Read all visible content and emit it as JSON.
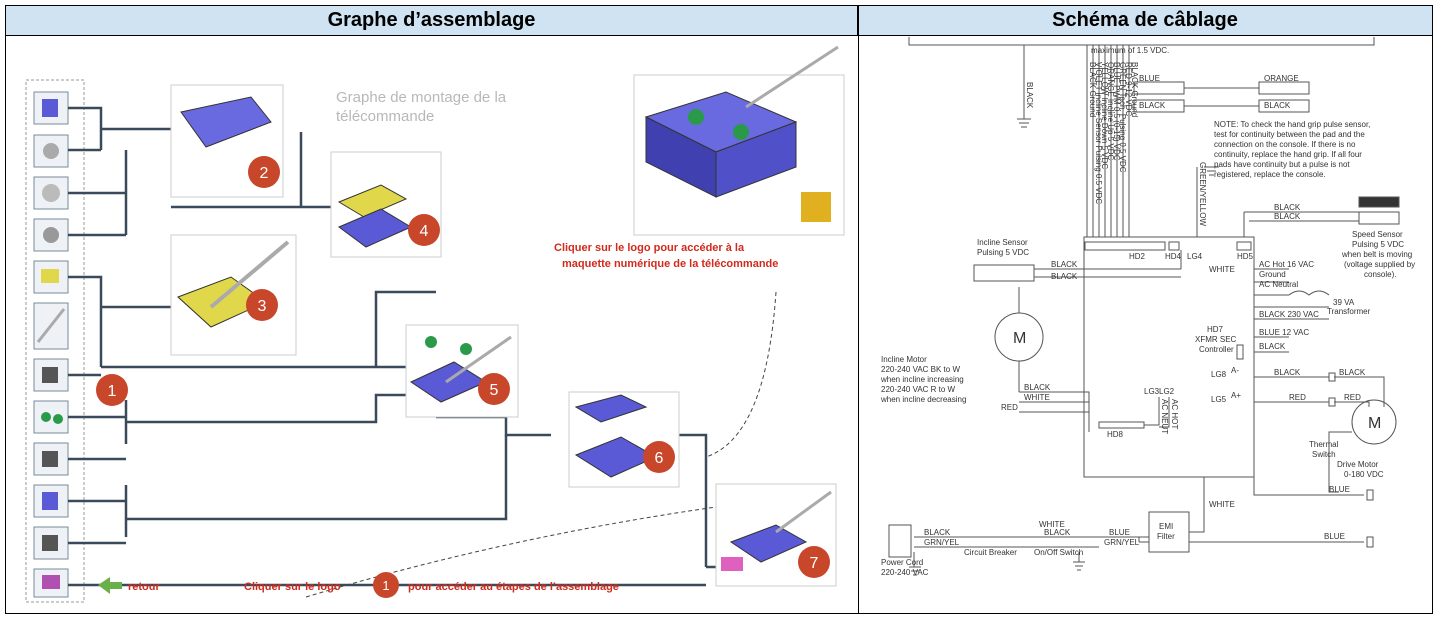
{
  "headers": {
    "left": "Graphe d’assemblage",
    "right": "Schéma de câblage"
  },
  "assembly": {
    "title_line1": "Graphe de montage de la",
    "title_line2": "télécommande",
    "steps": [
      "1",
      "2",
      "3",
      "4",
      "5",
      "6",
      "7"
    ],
    "logo_instruction_line1": "Cliquer sur le logo  pour accéder à la",
    "logo_instruction_line2": "maquette numérique de la télécommande",
    "return_label": "retour",
    "bottom_instruction_a": "Cliquer sur le logo",
    "bottom_instruction_b": "pour accéder au étapes de l’assemblage",
    "colors": {
      "step_badge": "#c8472b",
      "part_blue": "#5a5ad6",
      "part_yellow": "#e0d84a",
      "line": "#3a4a5a",
      "red_text": "#d22a1c"
    }
  },
  "wiring": {
    "top_note": "maximum of 1.5 VDC.",
    "black": "BLACK",
    "blue": "BLUE",
    "orange": "ORANGE",
    "white": "WHITE",
    "red": "RED",
    "green_yellow": "GREEN/YELLOW",
    "vertical_labels": [
      "BLACK Ground",
      "VIOLET Incline Sensor Pulsing 0.5 VDC",
      "YELLOW Incline Down 5 VDC",
      "ORANGE Incline Up 5 VDC",
      "BLUE PWM 0.5 (0-15) VDC",
      "GREEN Tach. Pulsing 0.5 VDC",
      "RED 9-12 VDC",
      "BLACK Ground"
    ],
    "note_line1": "NOTE: To check the hand grip pulse sensor,",
    "note_line2": "test for continuity between the pad and the",
    "note_line3": "connection on the console. If there is no",
    "note_line4": "continuity, replace the hand grip. If all four",
    "note_line5": "pads have continuity but a pulse is not",
    "note_line6": "registered, replace the console.",
    "incline_sensor": "Incline Sensor",
    "incline_sensor_v": "Pulsing 5 VDC",
    "speed_sensor": "Speed Sensor",
    "speed_sensor_v1": "Pulsing 5 VDC",
    "speed_sensor_v2": "when belt is moving",
    "speed_sensor_v3": "(voltage supplied by",
    "speed_sensor_v4": "console).",
    "hd2": "HD2",
    "hd4": "HD4",
    "lg4": "LG4",
    "hd5": "HD5",
    "hd7": "HD7",
    "hd8": "HD8",
    "lg3": "LG3",
    "lg2": "LG2",
    "lg8": "LG8",
    "lg5": "LG5",
    "a_minus": "A-",
    "a_plus": "A+",
    "xfmr": "XFMR SEC",
    "controller": "Controller",
    "ac_hot_16": "AC Hot 16 VAC",
    "ground": "Ground",
    "ac_neutral": "AC Neutral",
    "transformer": "39 VA",
    "transformer2": "Transformer",
    "black_230": "BLACK 230 VAC",
    "blue_12": "BLUE 12 VAC",
    "motor_symbol": "M",
    "incline_motor1": "Incline Motor",
    "incline_motor2": "220-240 VAC BK to W",
    "incline_motor3": "when incline increasing",
    "incline_motor4": "220-240 VAC R to W",
    "incline_motor5": "when incline decreasing",
    "ac_neut": "AC NEUT",
    "ac_hot": "AC HOT",
    "thermal1": "Thermal",
    "thermal2": "Switch",
    "drive_motor1": "Drive Motor",
    "drive_motor2": "0-180 VDC",
    "power_cord1": "Power Cord",
    "power_cord2": "220-240 VAC",
    "grn_yel": "GRN/YEL",
    "breaker": "Circuit Breaker",
    "onoff": "On/Off Switch",
    "emi1": "EMI",
    "emi2": "Filter"
  }
}
